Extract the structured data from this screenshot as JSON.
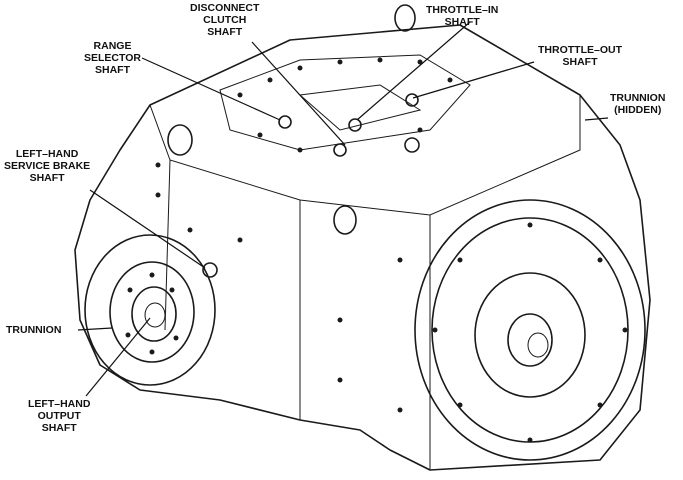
{
  "labels": {
    "disconnect_clutch": "DISCONNECT\nCLUTCH\nSHAFT",
    "throttle_in": "THROTTLE–IN\nSHAFT",
    "throttle_out": "THROTTLE–OUT\nSHAFT",
    "range_selector": "RANGE\nSELECTOR\nSHAFT",
    "trunnion_hidden": "TRUNNION\n(HIDDEN)",
    "lh_service_brake": "LEFT–HAND\nSERVICE BRAKE\nSHAFT",
    "trunnion": "TRUNNION",
    "lh_output": "LEFT–HAND\nOUTPUT\nSHAFT"
  }
}
